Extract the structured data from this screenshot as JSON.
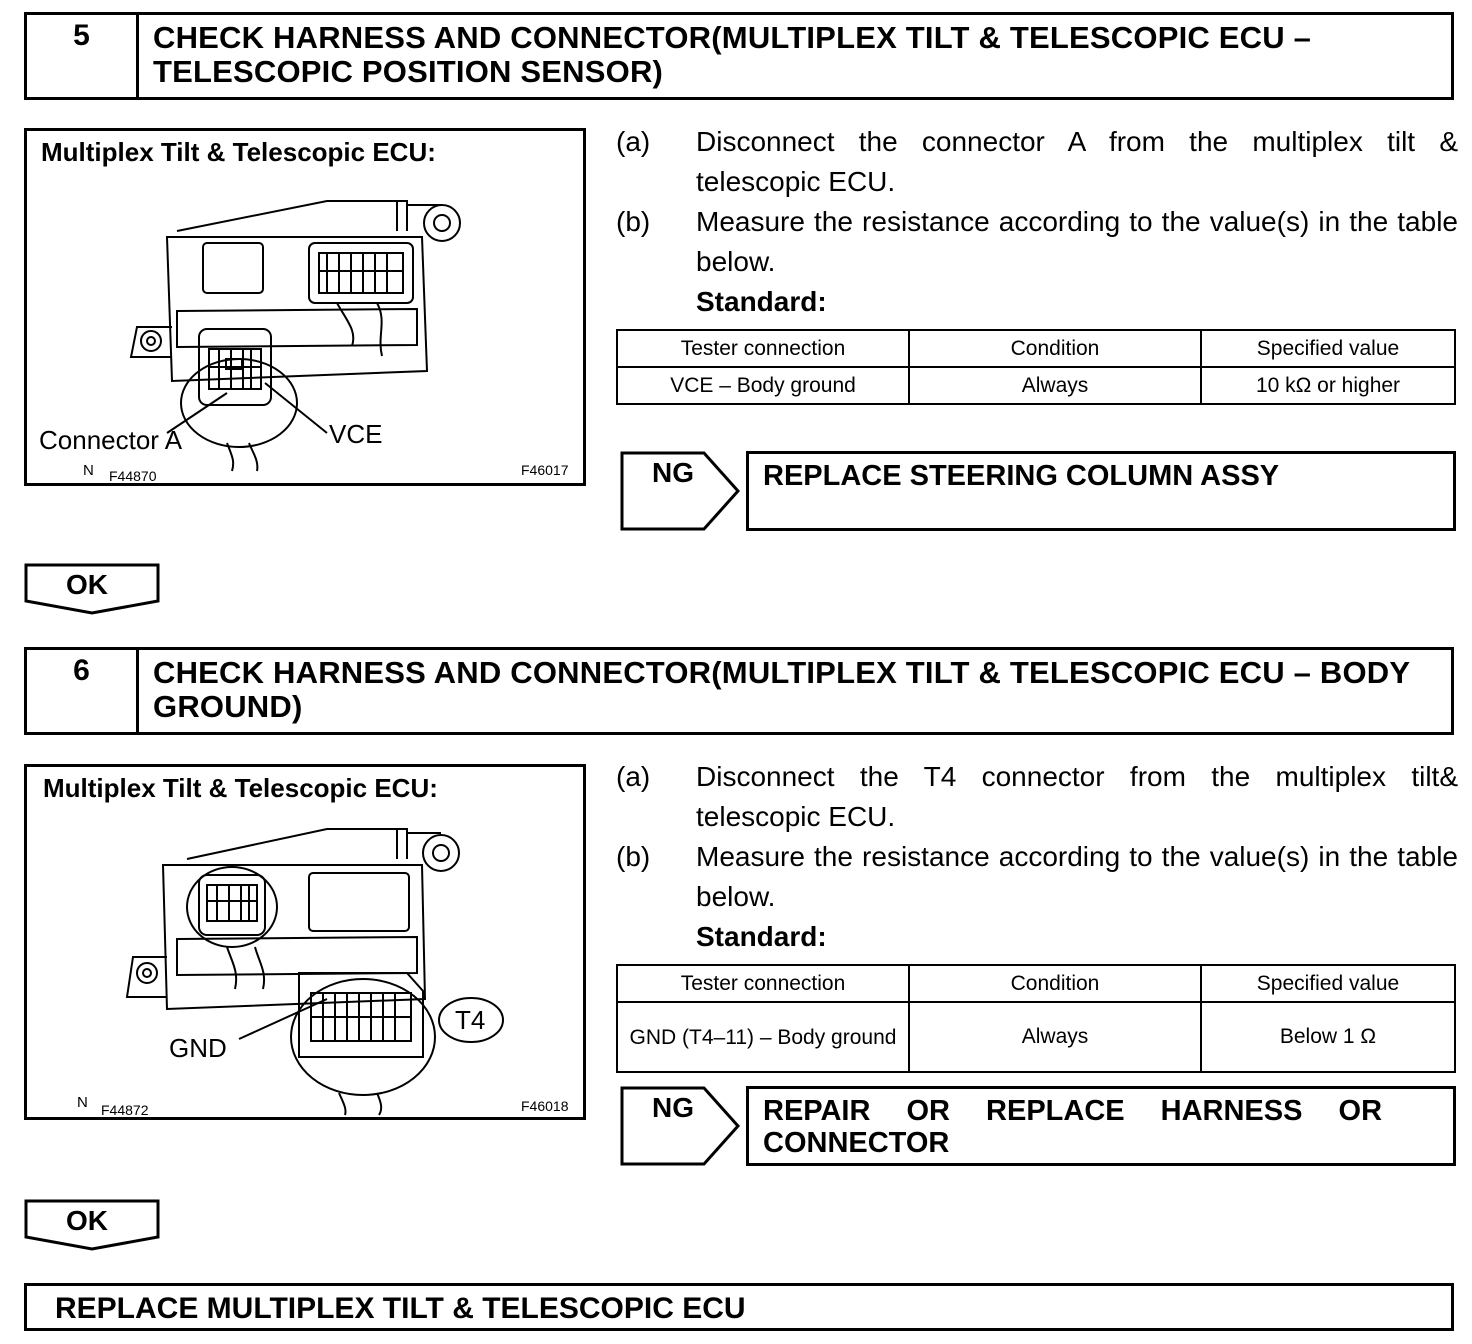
{
  "step5": {
    "number": "5",
    "title": "CHECK HARNESS AND CONNECTOR(MULTIPLEX TILT & TELESCOPIC ECU – TELESCOPIC POSITION SENSOR)",
    "figure": {
      "title": "Multiplex Tilt & Telescopic ECU:",
      "label_connector": "Connector A",
      "label_pin": "VCE",
      "ref_n": "N",
      "ref_left": "F44870",
      "ref_right": "F46017"
    },
    "steps": [
      {
        "label": "(a)",
        "text": "Disconnect the connector A from the multiplex tilt & telescopic ECU."
      },
      {
        "label": "(b)",
        "text": "Measure the resistance according to the value(s) in the table below."
      }
    ],
    "standard_label": "Standard:",
    "table": {
      "headers": [
        "Tester connection",
        "Condition",
        "Specified value"
      ],
      "rows": [
        [
          "VCE – Body ground",
          "Always",
          "10 kΩ or higher"
        ]
      ]
    },
    "ng_label": "NG",
    "ng_action": "REPLACE STEERING COLUMN ASSY",
    "ok_label": "OK"
  },
  "step6": {
    "number": "6",
    "title": "CHECK HARNESS AND CONNECTOR(MULTIPLEX TILT & TELESCOPIC ECU – BODY GROUND)",
    "figure": {
      "title": "Multiplex Tilt & Telescopic ECU:",
      "label_pin": "GND",
      "label_connector": "T4",
      "ref_n": "N",
      "ref_left": "F44872",
      "ref_right": "F46018"
    },
    "steps": [
      {
        "label": "(a)",
        "text": "Disconnect the T4 connector from the multiplex tilt& telescopic ECU."
      },
      {
        "label": "(b)",
        "text": "Measure the resistance according to the value(s) in the table below."
      }
    ],
    "standard_label": "Standard:",
    "table": {
      "headers": [
        "Tester connection",
        "Condition",
        "Specified value"
      ],
      "rows": [
        [
          "GND (T4–11) – Body ground",
          "Always",
          "Below 1 Ω"
        ]
      ]
    },
    "ng_label": "NG",
    "ng_action": "REPAIR OR REPLACE HARNESS OR CONNECTOR",
    "ok_label": "OK"
  },
  "final_action": "REPLACE MULTIPLEX TILT & TELESCOPIC ECU"
}
